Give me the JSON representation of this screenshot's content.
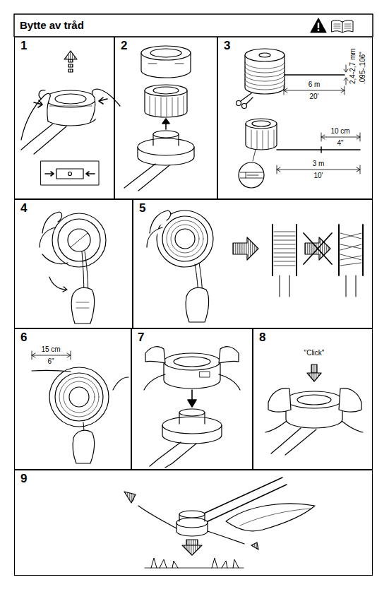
{
  "diagram": {
    "title": "Bytte av tråd",
    "nodes": [
      {
        "text": [
          "1"
        ]
      },
      {
        "text": [
          "2"
        ]
      },
      {
        "text": [
          "3"
        ]
      },
      {
        "text": [
          "4"
        ]
      },
      {
        "text": [
          "5"
        ]
      },
      {
        "text": [
          "6"
        ]
      },
      {
        "text": [
          "7"
        ]
      },
      {
        "text": [
          "8"
        ]
      },
      {
        "text": [
          "9"
        ]
      }
    ],
    "labels": [
      "2,4-2,7 mm",
      ".095-.106\"",
      "6 m",
      "20'",
      "10 cm",
      "4\"",
      "3 m",
      "10'",
      "15 cm",
      "6\"",
      "\"Click\""
    ]
  }
}
